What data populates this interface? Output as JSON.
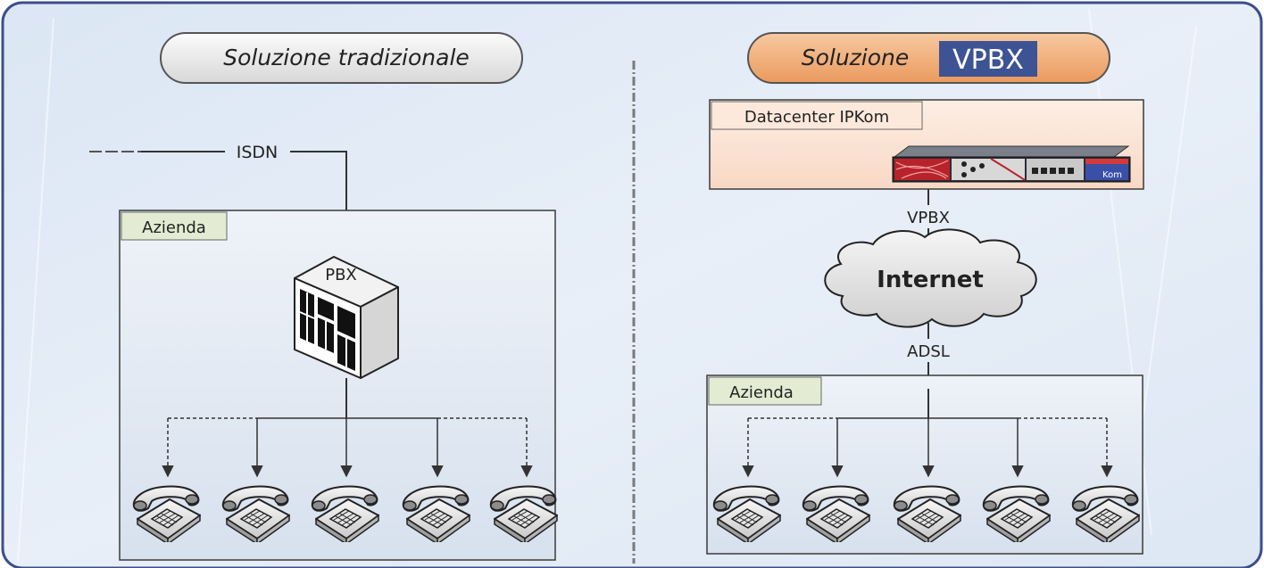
{
  "left_panel": {
    "title": "Soluzione tradizionale",
    "isdn_label": "ISDN",
    "azienda_label": "Azienda",
    "pbx_label": "PBX",
    "phones_count_shown": 5
  },
  "right_panel": {
    "title_prefix": "Soluzione",
    "title_highlight": "VPBX",
    "datacenter_label": "Datacenter IPKom",
    "device_badge": "Kom",
    "vpbx_link_label": "VPBX",
    "internet_label": "Internet",
    "adsl_link_label": "ADSL",
    "azienda_label": "Azienda",
    "phones_count_shown": 5
  },
  "colors": {
    "frame_border": "#3b4f8a",
    "background": "#e4ecf6",
    "azienda_tag": "#e3ecd2",
    "datacenter_bg": "#fbe2d2",
    "vpbx_pill": "#f3b07c",
    "vpbx_highlight": "#3d5394",
    "line": "#333333"
  }
}
